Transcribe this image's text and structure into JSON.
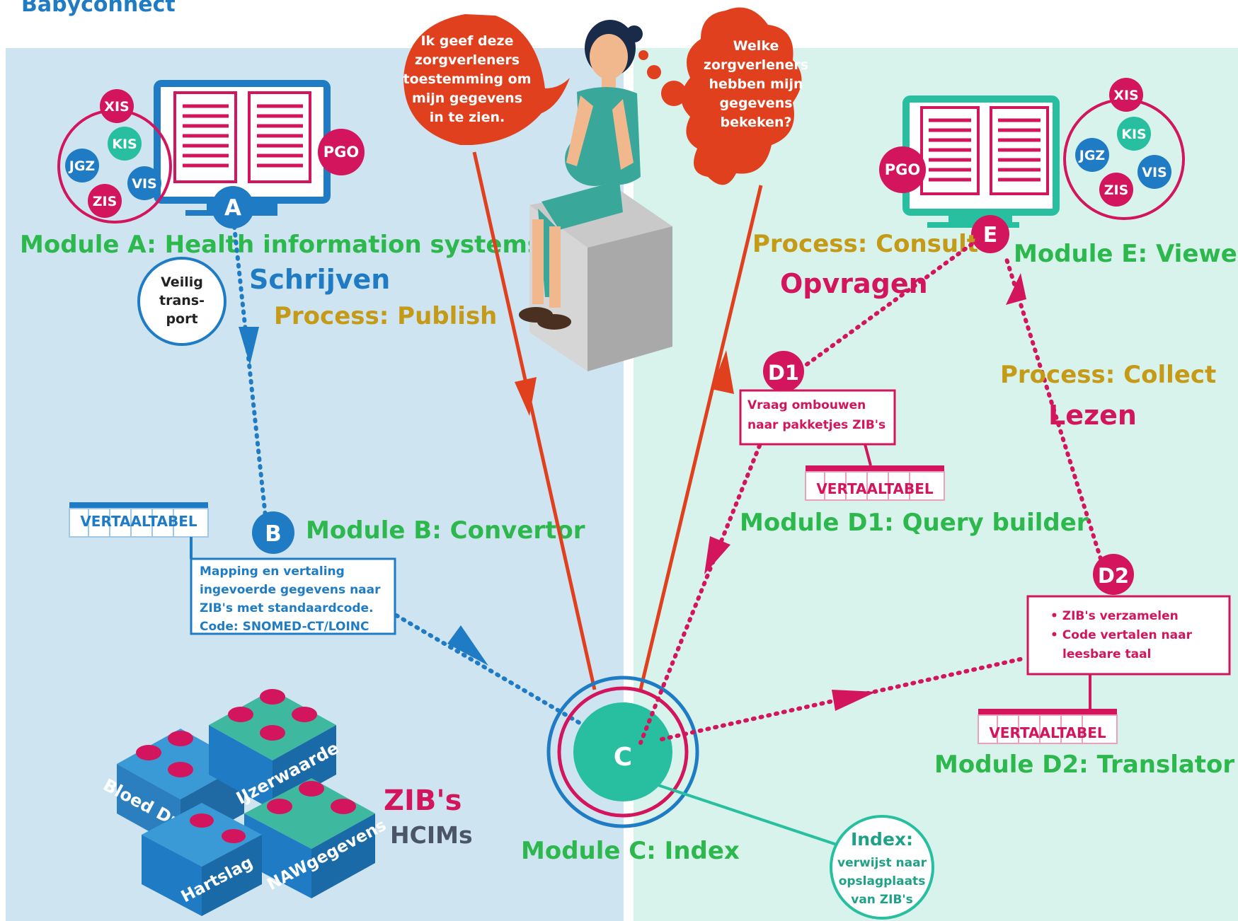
{
  "header": {
    "logo_text": "Babyconnect"
  },
  "patient": {
    "bubble_consent_lines": [
      "Ik geef deze",
      "zorgverleners",
      "toestemming om",
      "mijn gegevens",
      "in te zien."
    ],
    "bubble_question_lines": [
      "Welke",
      "zorgverleners",
      "hebben mijn",
      "gegevens",
      "bekeken?"
    ]
  },
  "module_a": {
    "marker": "A",
    "label": "Module A: Health information systems",
    "systems": [
      "XIS",
      "KIS",
      "JGZ",
      "VIS",
      "ZIS"
    ],
    "pgo": "PGO",
    "veilig_lines": [
      "Veilig",
      "trans-",
      "port"
    ],
    "write_label": "Schrijven",
    "process": "Process: Publish"
  },
  "module_b": {
    "marker": "B",
    "label": "Module B: Convertor",
    "table_label": "VERTAALTABEL",
    "desc_lines": [
      "Mapping en vertaling",
      "ingevoerde gegevens naar",
      "ZIB's met standaardcode.",
      "Code: SNOMED-CT/LOINC"
    ]
  },
  "zib": {
    "blocks": [
      "Bloed Druk",
      "IJzerwaarde",
      "NAWgegevens",
      "Hartslag"
    ],
    "title": "ZIB's",
    "subtitle": "HCIMs"
  },
  "module_c": {
    "marker": "C",
    "label": "Module C: Index",
    "index_title": "Index:",
    "index_lines": [
      "verwijst naar",
      "opslagplaats",
      "van ZIB's"
    ]
  },
  "module_d1": {
    "marker": "D1",
    "label": "Module D1: Query builder",
    "desc_lines": [
      "Vraag ombouwen",
      "naar pakketjes ZIB's"
    ],
    "table_label": "VERTAALTABEL"
  },
  "module_d2": {
    "marker": "D2",
    "label": "Module D2: Translator",
    "desc_lines": [
      "• ZIB's verzamelen",
      "• Code vertalen naar",
      "leesbare taal"
    ],
    "table_label": "VERTAALTABEL"
  },
  "module_e": {
    "marker": "E",
    "label": "Module E: Viewer",
    "systems": [
      "XIS",
      "KIS",
      "JGZ",
      "VIS",
      "ZIS"
    ],
    "pgo": "PGO",
    "consult_process": "Process: Consult",
    "query_label": "Opvragen",
    "collect_process": "Process: Collect",
    "read_label": "Lezen"
  },
  "colors": {
    "left_panel": "#cfe4f1",
    "right_panel": "#d8f2ec",
    "blue": "#1f7cc4",
    "magenta": "#d2155c",
    "teal": "#27bfa0",
    "red_orange": "#e0401e",
    "green_text": "#2db84d",
    "gold_text": "#c49a16"
  }
}
